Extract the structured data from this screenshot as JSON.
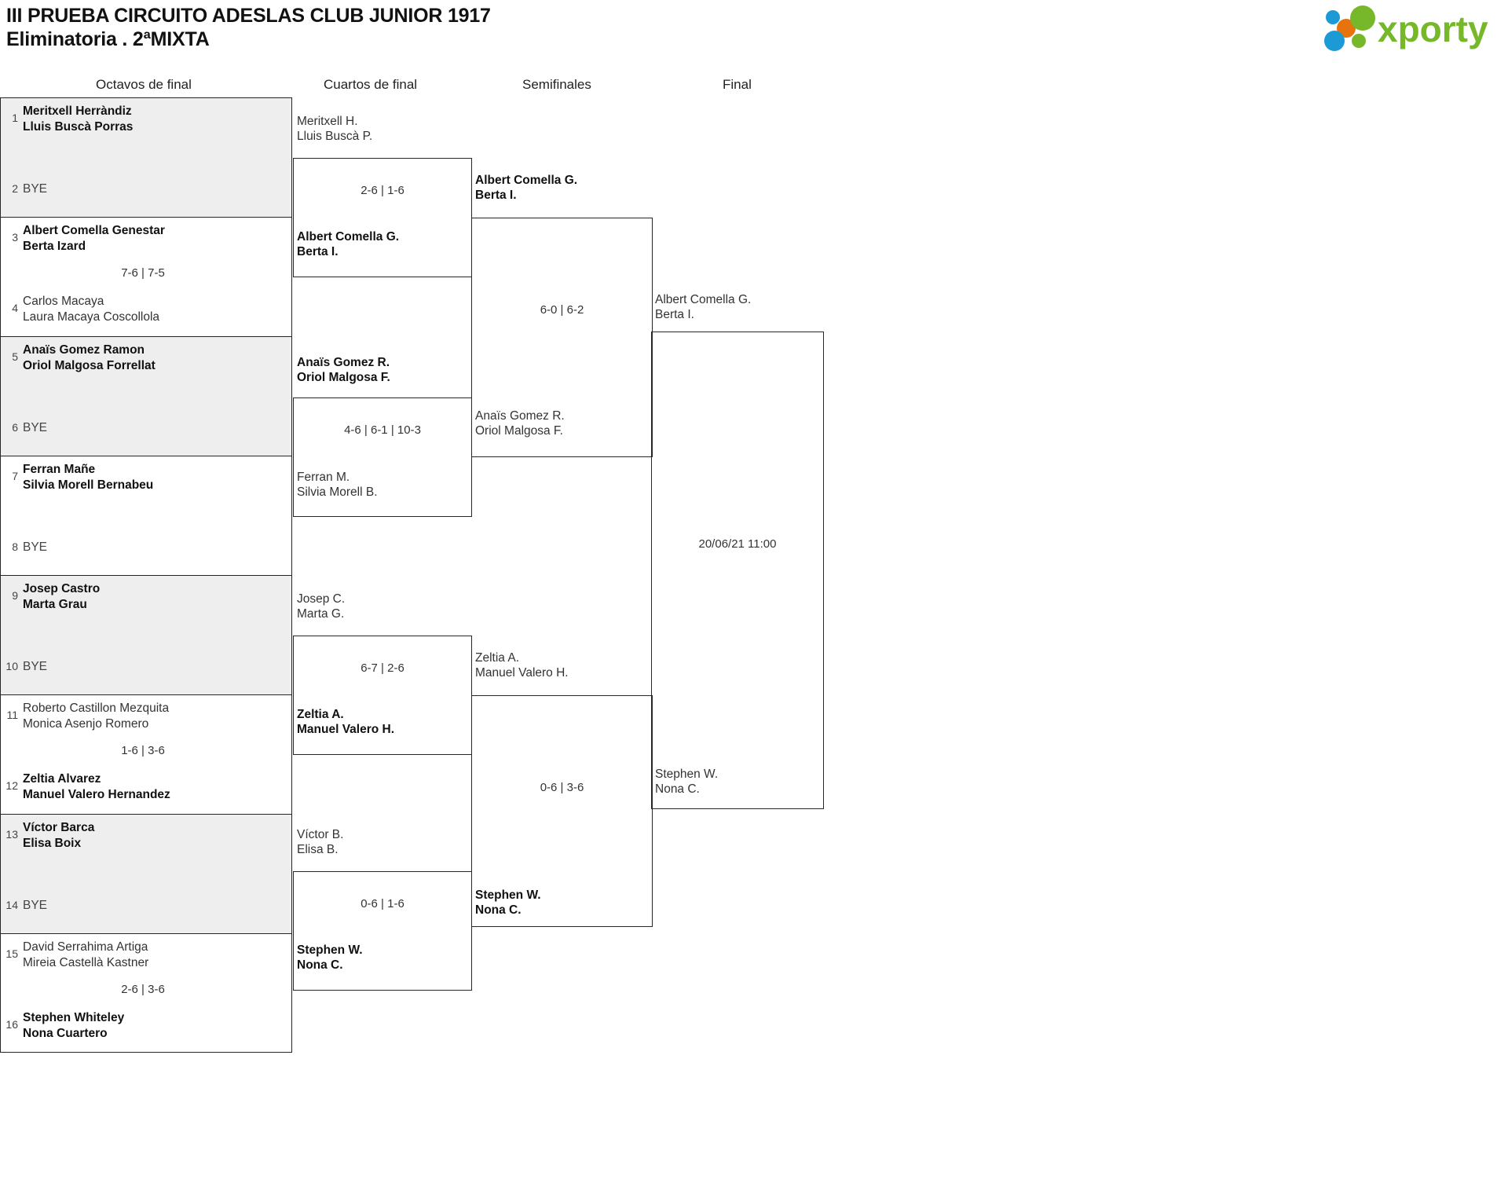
{
  "header": {
    "title_line1": "III PRUEBA CIRCUITO ADESLAS CLUB JUNIOR 1917",
    "title_line2": "Eliminatoria . 2ªMIXTA",
    "logo_text": "xporty",
    "logo_colors": {
      "green": "#76b82a",
      "blue": "#1c9ad6",
      "orange": "#e8720c"
    }
  },
  "rounds": [
    {
      "label": "Octavos de final"
    },
    {
      "label": "Cuartos de final"
    },
    {
      "label": "Semifinales"
    },
    {
      "label": "Final"
    }
  ],
  "round1": {
    "blocks": [
      {
        "shaded": true,
        "top": {
          "seed": "1",
          "lines": [
            "Meritxell Herràndiz",
            "Lluis Buscà Porras"
          ],
          "winner": true,
          "bye": false
        },
        "bottom": {
          "seed": "2",
          "lines": [
            "BYE"
          ],
          "winner": false,
          "bye": true
        },
        "score": ""
      },
      {
        "shaded": false,
        "top": {
          "seed": "3",
          "lines": [
            "Albert Comella Genestar",
            "Berta Izard"
          ],
          "winner": true,
          "bye": false
        },
        "bottom": {
          "seed": "4",
          "lines": [
            "Carlos Macaya",
            "Laura Macaya Coscollola"
          ],
          "winner": false,
          "bye": false
        },
        "score": "7-6 | 7-5"
      },
      {
        "shaded": true,
        "top": {
          "seed": "5",
          "lines": [
            "Anaïs Gomez Ramon",
            "Oriol Malgosa Forrellat"
          ],
          "winner": true,
          "bye": false
        },
        "bottom": {
          "seed": "6",
          "lines": [
            "BYE"
          ],
          "winner": false,
          "bye": true
        },
        "score": ""
      },
      {
        "shaded": false,
        "top": {
          "seed": "7",
          "lines": [
            "Ferran Mañe",
            "Silvia Morell Bernabeu"
          ],
          "winner": true,
          "bye": false
        },
        "bottom": {
          "seed": "8",
          "lines": [
            "BYE"
          ],
          "winner": false,
          "bye": true
        },
        "score": ""
      },
      {
        "shaded": true,
        "top": {
          "seed": "9",
          "lines": [
            "Josep Castro",
            "Marta Grau"
          ],
          "winner": true,
          "bye": false
        },
        "bottom": {
          "seed": "10",
          "lines": [
            "BYE"
          ],
          "winner": false,
          "bye": true
        },
        "score": ""
      },
      {
        "shaded": false,
        "top": {
          "seed": "11",
          "lines": [
            "Roberto Castillon Mezquita",
            "Monica Asenjo Romero"
          ],
          "winner": false,
          "bye": false
        },
        "bottom": {
          "seed": "12",
          "lines": [
            "Zeltia Alvarez",
            "Manuel Valero Hernandez"
          ],
          "winner": true,
          "bye": false
        },
        "score": "1-6 | 3-6"
      },
      {
        "shaded": true,
        "top": {
          "seed": "13",
          "lines": [
            "Víctor Barca",
            "Elisa Boix"
          ],
          "winner": true,
          "bye": false
        },
        "bottom": {
          "seed": "14",
          "lines": [
            "BYE"
          ],
          "winner": false,
          "bye": true
        },
        "score": ""
      },
      {
        "shaded": false,
        "top": {
          "seed": "15",
          "lines": [
            "David Serrahima Artiga",
            "Mireia Castellà Kastner"
          ],
          "winner": false,
          "bye": false
        },
        "bottom": {
          "seed": "16",
          "lines": [
            "Stephen Whiteley",
            "Nona Cuartero"
          ],
          "winner": true,
          "bye": false
        },
        "score": "2-6 | 3-6"
      }
    ]
  },
  "round2": {
    "matches": [
      {
        "top": {
          "lines": [
            "Meritxell H.",
            "Lluis Buscà P."
          ],
          "winner": false
        },
        "bottom": {
          "lines": [
            "Albert Comella G.",
            "Berta I."
          ],
          "winner": true
        },
        "score": "2-6 | 1-6"
      },
      {
        "top": {
          "lines": [
            "Anaïs Gomez R.",
            "Oriol Malgosa F."
          ],
          "winner": true
        },
        "bottom": {
          "lines": [
            "Ferran M.",
            "Silvia Morell B."
          ],
          "winner": false
        },
        "score": "4-6 | 6-1 | 10-3"
      },
      {
        "top": {
          "lines": [
            "Josep C.",
            "Marta G."
          ],
          "winner": false
        },
        "bottom": {
          "lines": [
            "Zeltia A.",
            "Manuel Valero H."
          ],
          "winner": true
        },
        "score": "6-7 | 2-6"
      },
      {
        "top": {
          "lines": [
            "Víctor B.",
            "Elisa B."
          ],
          "winner": false
        },
        "bottom": {
          "lines": [
            "Stephen W.",
            "Nona C."
          ],
          "winner": true
        },
        "score": "0-6 | 1-6"
      }
    ]
  },
  "round3": {
    "matches": [
      {
        "top": {
          "lines": [
            "Albert Comella G.",
            "Berta I."
          ],
          "winner": true
        },
        "bottom": {
          "lines": [
            "Anaïs Gomez R.",
            "Oriol Malgosa F."
          ],
          "winner": false
        },
        "score": "6-0 | 6-2"
      },
      {
        "top": {
          "lines": [
            "Zeltia A.",
            "Manuel Valero H."
          ],
          "winner": false
        },
        "bottom": {
          "lines": [
            "Stephen W.",
            "Nona C."
          ],
          "winner": true
        },
        "score": "0-6 | 3-6"
      }
    ]
  },
  "round4": {
    "match": {
      "top": {
        "lines": [
          "Albert Comella G.",
          "Berta I."
        ],
        "winner": false
      },
      "bottom": {
        "lines": [
          "Stephen W.",
          "Nona C."
        ],
        "winner": false
      },
      "score": "20/06/21 11:00"
    }
  }
}
